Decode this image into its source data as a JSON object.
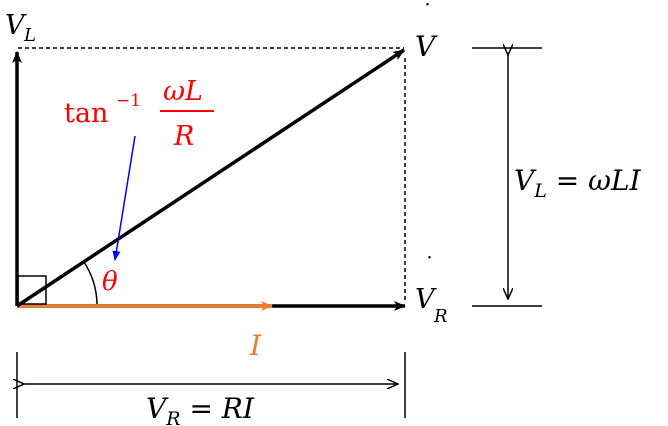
{
  "labels": {
    "vl_letter": "V",
    "vl_sub": "L",
    "v_letter": "V",
    "vr_letter": "V",
    "vr_sub": "R",
    "i_letter": "I",
    "theta": "θ",
    "tan_func": "tan",
    "tan_exp": "−1",
    "frac_num": "ωL",
    "frac_den": "R",
    "vl_eq_v": "V",
    "vl_eq_sub": "L",
    "vl_eq_rhs": " = ωLI",
    "vr_eq_v": "V",
    "vr_eq_sub": "R",
    "vr_eq_rhs": " = RI"
  },
  "colors": {
    "vector": "#000000",
    "current": "#ed7d31",
    "annotation": "#ff0000",
    "pointer": "#0000ff"
  }
}
